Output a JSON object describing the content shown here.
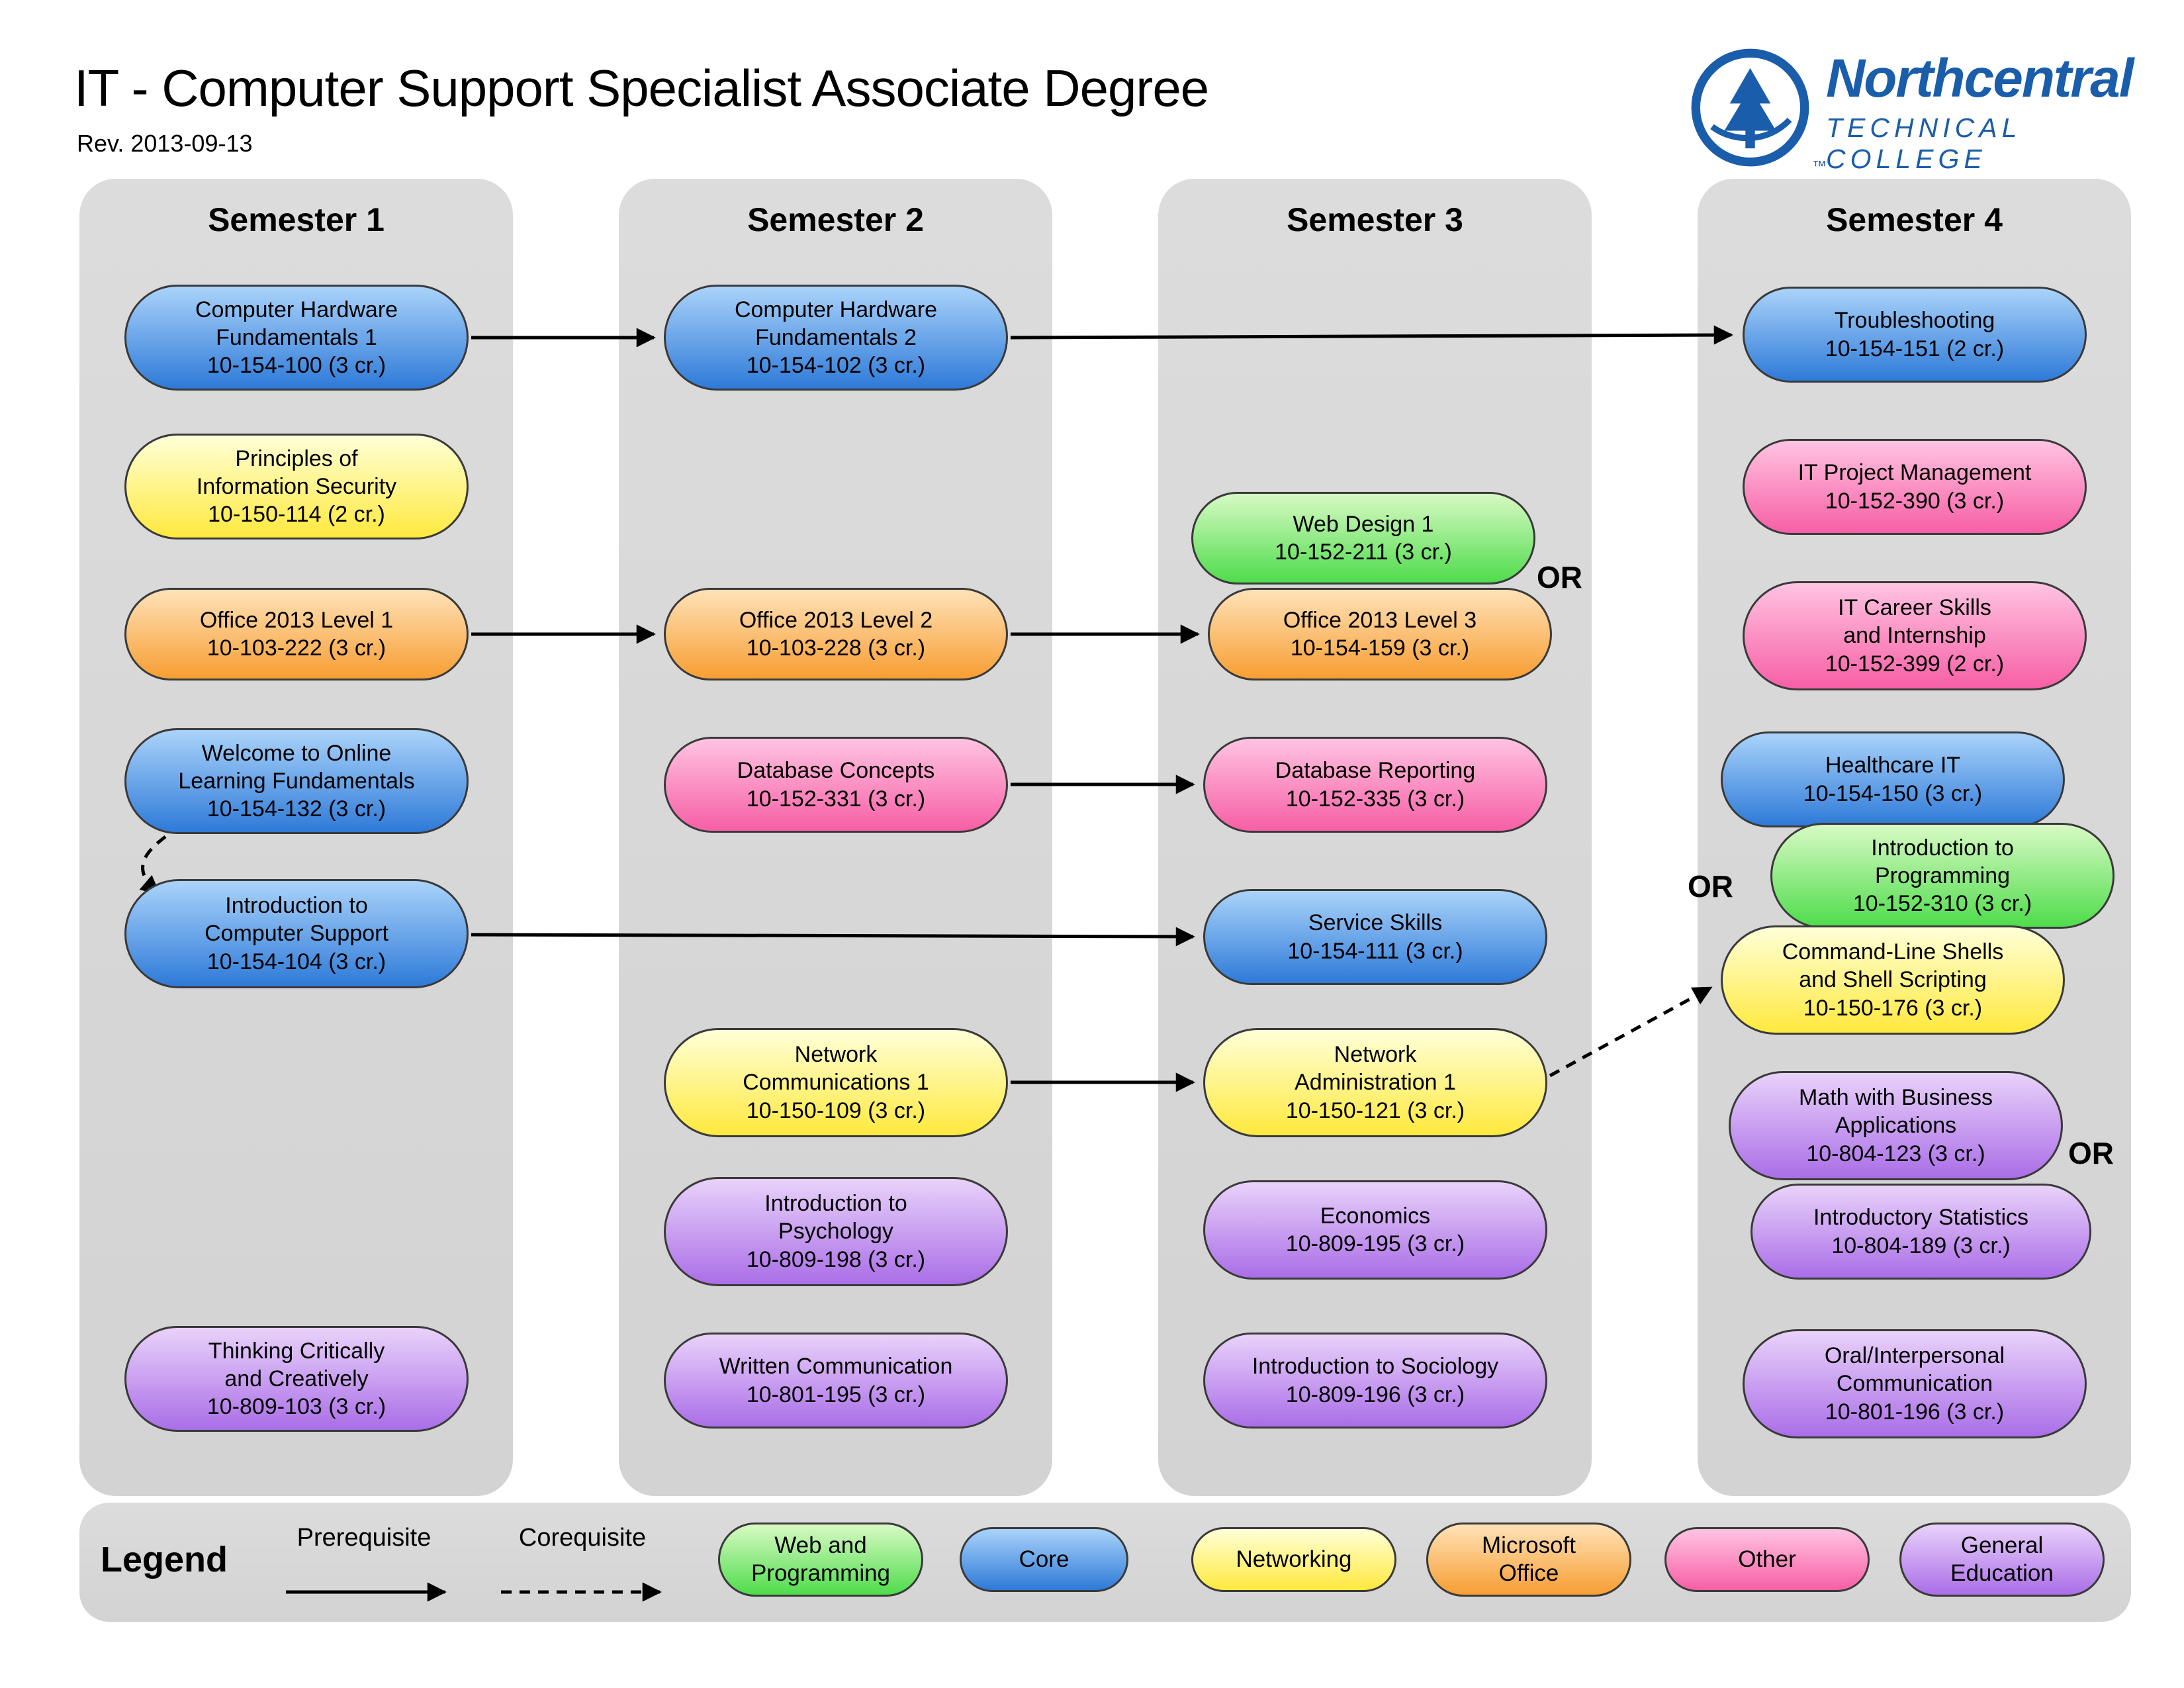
{
  "page": {
    "title": "IT - Computer Support Specialist Associate Degree",
    "revision": "Rev. 2013-09-13"
  },
  "logo": {
    "name": "Northcentral",
    "subname": "TECHNICAL COLLEGE",
    "trademark": "™"
  },
  "colors": {
    "core": {
      "top": "#aad3fa",
      "bottom": "#2e7ad8"
    },
    "networking": {
      "top": "#ffffd8",
      "bottom": "#ffe93e"
    },
    "msoffice": {
      "top": "#ffe2b8",
      "bottom": "#f79e33"
    },
    "other": {
      "top": "#ffc4e1",
      "bottom": "#f75fa6"
    },
    "webprog": {
      "top": "#d8fac4",
      "bottom": "#4fdc4c"
    },
    "gened": {
      "top": "#e9d2fa",
      "bottom": "#aa6ee7"
    }
  },
  "semesters": [
    {
      "label": "Semester 1",
      "courses": [
        {
          "name": "Computer Hardware\nFundamentals 1",
          "code": "10-154-100 (3 cr.)",
          "category": "core"
        },
        {
          "name": "Principles of\nInformation Security",
          "code": "10-150-114 (2 cr.)",
          "category": "networking"
        },
        {
          "name": "Office 2013 Level 1",
          "code": "10-103-222 (3 cr.)",
          "category": "msoffice"
        },
        {
          "name": "Welcome to Online\nLearning Fundamentals",
          "code": "10-154-132 (3 cr.)",
          "category": "core"
        },
        {
          "name": "Introduction to\nComputer Support",
          "code": "10-154-104 (3 cr.)",
          "category": "core"
        },
        {
          "name": "Thinking Critically\nand Creatively",
          "code": "10-809-103 (3 cr.)",
          "category": "gened"
        }
      ]
    },
    {
      "label": "Semester 2",
      "courses": [
        {
          "name": "Computer Hardware\nFundamentals 2",
          "code": "10-154-102 (3 cr.)",
          "category": "core"
        },
        {
          "name": "Office 2013 Level 2",
          "code": "10-103-228 (3 cr.)",
          "category": "msoffice"
        },
        {
          "name": "Database Concepts",
          "code": "10-152-331 (3 cr.)",
          "category": "other"
        },
        {
          "name": "Network\nCommunications 1",
          "code": "10-150-109 (3 cr.)",
          "category": "networking"
        },
        {
          "name": "Introduction to\nPsychology",
          "code": "10-809-198 (3 cr.)",
          "category": "gened"
        },
        {
          "name": "Written Communication",
          "code": "10-801-195 (3 cr.)",
          "category": "gened"
        }
      ]
    },
    {
      "label": "Semester 3",
      "courses": [
        {
          "name": "Web Design 1",
          "code": "10-152-211 (3 cr.)",
          "category": "webprog"
        },
        {
          "name": "Office 2013 Level 3",
          "code": "10-154-159 (3 cr.)",
          "category": "msoffice"
        },
        {
          "name": "Database Reporting",
          "code": "10-152-335 (3 cr.)",
          "category": "other"
        },
        {
          "name": "Service Skills",
          "code": "10-154-111 (3 cr.)",
          "category": "core"
        },
        {
          "name": "Network\nAdministration 1",
          "code": "10-150-121 (3 cr.)",
          "category": "networking"
        },
        {
          "name": "Economics",
          "code": "10-809-195 (3 cr.)",
          "category": "gened"
        },
        {
          "name": "Introduction to Sociology",
          "code": "10-809-196 (3 cr.)",
          "category": "gened"
        }
      ]
    },
    {
      "label": "Semester 4",
      "courses": [
        {
          "name": "Troubleshooting",
          "code": "10-154-151 (2 cr.)",
          "category": "core"
        },
        {
          "name": "IT Project Management",
          "code": "10-152-390 (3 cr.)",
          "category": "other"
        },
        {
          "name": "IT Career Skills\nand Internship",
          "code": "10-152-399 (2 cr.)",
          "category": "other"
        },
        {
          "name": "Healthcare IT",
          "code": "10-154-150 (3 cr.)",
          "category": "core"
        },
        {
          "name": "Introduction to\nProgramming",
          "code": "10-152-310 (3 cr.)",
          "category": "webprog"
        },
        {
          "name": "Command-Line Shells\nand Shell Scripting",
          "code": "10-150-176 (3 cr.)",
          "category": "networking"
        },
        {
          "name": "Math with Business\nApplications",
          "code": "10-804-123 (3 cr.)",
          "category": "gened"
        },
        {
          "name": "Introductory Statistics",
          "code": "10-804-189 (3 cr.)",
          "category": "gened"
        },
        {
          "name": "Oral/Interpersonal\nCommunication",
          "code": "10-801-196 (3 cr.)",
          "category": "gened"
        }
      ]
    }
  ],
  "or_labels": [
    "OR",
    "OR",
    "OR"
  ],
  "legend": {
    "title": "Legend",
    "prerequisite_label": "Prerequisite",
    "corequisite_label": "Corequisite",
    "categories": [
      {
        "key": "webprog",
        "label": "Web and\nProgramming"
      },
      {
        "key": "core",
        "label": "Core"
      },
      {
        "key": "networking",
        "label": "Networking"
      },
      {
        "key": "msoffice",
        "label": "Microsoft\nOffice"
      },
      {
        "key": "other",
        "label": "Other"
      },
      {
        "key": "gened",
        "label": "General\nEducation"
      }
    ]
  }
}
